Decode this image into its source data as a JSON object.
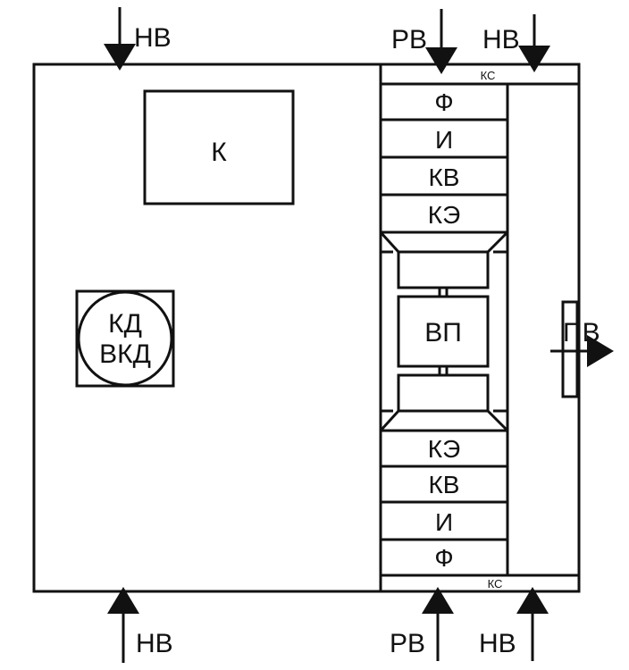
{
  "diagram": {
    "arrow_top_left": "НВ",
    "arrow_top_rv": "РВ",
    "arrow_top_right": "НВ",
    "arrow_bottom_left": "НВ",
    "arrow_bottom_rv": "РВ",
    "arrow_bottom_right": "НВ",
    "outlet": "ПВ",
    "box_k": "К",
    "circle_line1": "КД",
    "circle_line2": "ВКД",
    "channel_top": "КС",
    "channel_bottom": "КС",
    "center_block": "ВП",
    "upper_stack": [
      "Ф",
      "И",
      "КВ",
      "КЭ"
    ],
    "lower_stack": [
      "КЭ",
      "КВ",
      "И",
      "Ф"
    ]
  }
}
